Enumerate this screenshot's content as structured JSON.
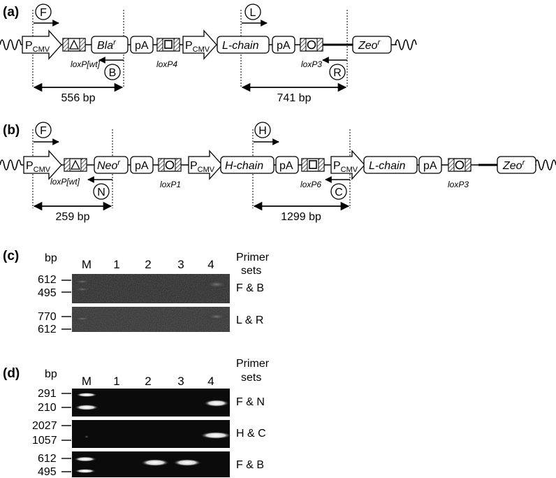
{
  "panels": {
    "a": {
      "label": "(a)",
      "elements": {
        "pcmv1": {
          "main": "P",
          "sub": "CMV"
        },
        "bla": {
          "main": "Bla",
          "sup": "r"
        },
        "pa1": "pA",
        "pcmv2": {
          "main": "P",
          "sub": "CMV"
        },
        "lchain": "L-chain",
        "pa2": "pA",
        "zeo": {
          "main": "Zeo",
          "sup": "r"
        }
      },
      "lox": {
        "wt": "loxP[wt]",
        "p4": "loxP4",
        "p3": "loxP3"
      },
      "primers": {
        "F": "F",
        "B": "B",
        "L": "L",
        "R": "R"
      },
      "products": {
        "left": "556 bp",
        "right": "741 bp"
      }
    },
    "b": {
      "label": "(b)",
      "elements": {
        "pcmv1": {
          "main": "P",
          "sub": "CMV"
        },
        "neo": {
          "main": "Neo",
          "sup": "r"
        },
        "pa1": "pA",
        "pcmv2": {
          "main": "P",
          "sub": "CMV"
        },
        "hchain": "H-chain",
        "pa2": "pA",
        "pcmv3": {
          "main": "P",
          "sub": "CMV"
        },
        "lchain": "L-chain",
        "pa3": "pA",
        "zeo": {
          "main": "Zeo",
          "sup": "r"
        }
      },
      "lox": {
        "wt": "loxP[wt]",
        "p1": "loxP1",
        "p6": "loxP6",
        "p3": "loxP3"
      },
      "primers": {
        "F": "F",
        "N": "N",
        "H": "H",
        "C": "C"
      },
      "products": {
        "left": "259 bp",
        "right": "1299 bp"
      }
    },
    "c": {
      "label": "(c)",
      "bp": "bp",
      "lanes": [
        "M",
        "1",
        "2",
        "3",
        "4"
      ],
      "primer_header": [
        "Primer",
        "sets"
      ],
      "gels": [
        {
          "markers": [
            "612",
            "495"
          ],
          "primers": "F & B"
        },
        {
          "markers": [
            "770",
            "612"
          ],
          "primers": "L & R"
        }
      ]
    },
    "d": {
      "label": "(d)",
      "bp": "bp",
      "lanes": [
        "M",
        "1",
        "2",
        "3",
        "4"
      ],
      "primer_header": [
        "Primer",
        "sets"
      ],
      "gels": [
        {
          "markers": [
            "291",
            "210"
          ],
          "primers": "F & N"
        },
        {
          "markers": [
            "2027",
            "1057"
          ],
          "primers": "H & C"
        },
        {
          "markers": [
            "612",
            "495"
          ],
          "primers": "F & B"
        }
      ]
    }
  }
}
